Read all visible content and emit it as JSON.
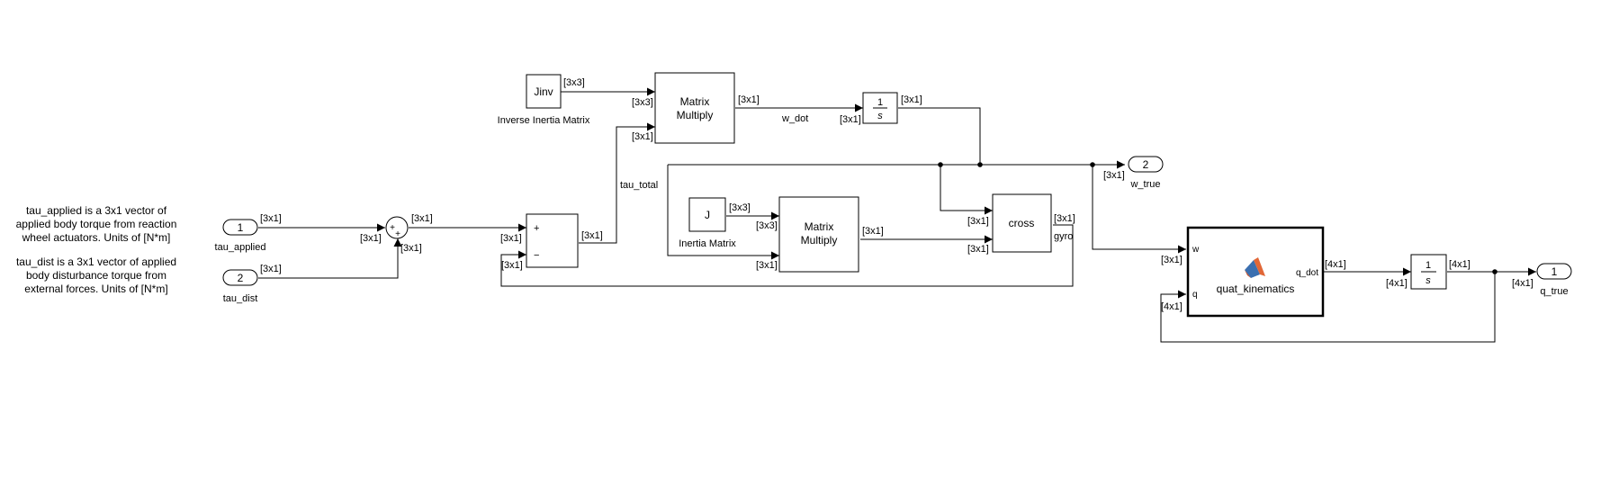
{
  "annotations": {
    "tau_applied_note": [
      "tau_applied is a 3x1 vector of",
      "applied body torque from reaction",
      "wheel actuators. Units of [N*m]"
    ],
    "tau_dist_note": [
      "tau_dist is a 3x1 vector of applied",
      "body disturbance torque from",
      "external forces. Units of [N*m]"
    ]
  },
  "inports": {
    "tau_applied": {
      "num": "1",
      "name": "tau_applied"
    },
    "tau_dist": {
      "num": "2",
      "name": "tau_dist"
    }
  },
  "outports": {
    "w_true": {
      "num": "2",
      "name": "w_true"
    },
    "q_true": {
      "num": "1",
      "name": "q_true"
    }
  },
  "sum1": {
    "signs": [
      "+",
      "+"
    ]
  },
  "sum2": {
    "signs": [
      "+",
      "−"
    ]
  },
  "blocks": {
    "jinv": {
      "value": "Jinv",
      "caption": "Inverse Inertia Matrix"
    },
    "matmul1": {
      "line1": "Matrix",
      "line2": "Multiply"
    },
    "integrator1": {
      "num": "1",
      "den": "s"
    },
    "j": {
      "value": "J",
      "caption": "Inertia Matrix"
    },
    "matmul2": {
      "line1": "Matrix",
      "line2": "Multiply"
    },
    "cross": {
      "label": "cross"
    },
    "quat": {
      "label": "quat_kinematics",
      "in_w": "w",
      "in_q": "q",
      "out": "q_dot"
    },
    "integrator2": {
      "num": "1",
      "den": "s"
    }
  },
  "signals": {
    "tau_total": "tau_total",
    "w_dot": "w_dot",
    "gyro": "gyro"
  },
  "dims": {
    "d1": "[3x1]",
    "d2": "[3x1]",
    "d3": "[3x1]",
    "d4": "[3x1]",
    "d5": "[3x1]",
    "d6": "[3x1]",
    "d7": "[3x1]",
    "d8": "[3x3]",
    "d9": "[3x3]",
    "d10": "[3x1]",
    "d11": "[3x1]",
    "d12": "[3x1]",
    "d13": "[3x1]",
    "d14": "[3x3]",
    "d15": "[3x3]",
    "d16": "[3x1]",
    "d17": "[3x1]",
    "d18": "[3x1]",
    "d19": "[3x1]",
    "d20": "[3x1]",
    "d21": "[3x1]",
    "d22": "[3x1]",
    "d23": "[4x1]",
    "d24": "[4x1]",
    "d25": "[4x1]",
    "d26": "[4x1]",
    "d27": "[4x1]"
  },
  "colors": {
    "matlab_logo_orange": "#e16737",
    "matlab_logo_blue": "#3a6fb0"
  }
}
